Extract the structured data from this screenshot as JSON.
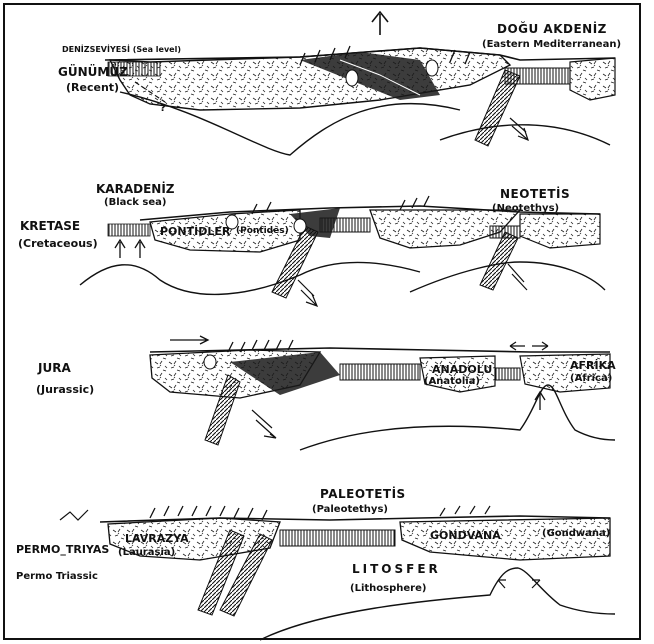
{
  "stages": {
    "recent": {
      "title": "GÜNÜMÜZ",
      "subtitle": "(Recent)",
      "sea_level": "DENİZSEVİYESİ (Sea level)",
      "question_mark": "?",
      "east_med": "DOĞU AKDENİZ",
      "east_med_en": "(Eastern Mediterranean)"
    },
    "cretaceous": {
      "title": "KRETASE",
      "subtitle": "(Cretaceous)",
      "black_sea": "KARADENİZ",
      "black_sea_en": "(Black sea)",
      "pontides": "PONTİDLER",
      "pontides_en": "(Pontides)",
      "neotethys": "NEOTETİS",
      "neotethys_en": "(Neotethys)"
    },
    "jurassic": {
      "title": "JURA",
      "subtitle": "(Jurassic)",
      "anatolia": "ANADOLU",
      "anatolia_en": "(Anatolia)",
      "africa": "AFRİKA",
      "africa_en": "(Africa)"
    },
    "permo_triassic": {
      "title": "PERMO_TRIYAS",
      "subtitle": "Permo Triassic",
      "laurasia": "LAVRAZYA",
      "laurasia_en": "(Laurasia)",
      "paleotethys": "PALEOTETİS",
      "paleotethys_en": "(Paleotethys)",
      "gondwana": "GONDVANA",
      "gondwana_en": "(Gondwana)",
      "lithosphere": "LITOSFER",
      "lithosphere_en": "(Lithosphere)"
    }
  },
  "colors": {
    "ink": "#111111",
    "paper": "#ffffff"
  }
}
